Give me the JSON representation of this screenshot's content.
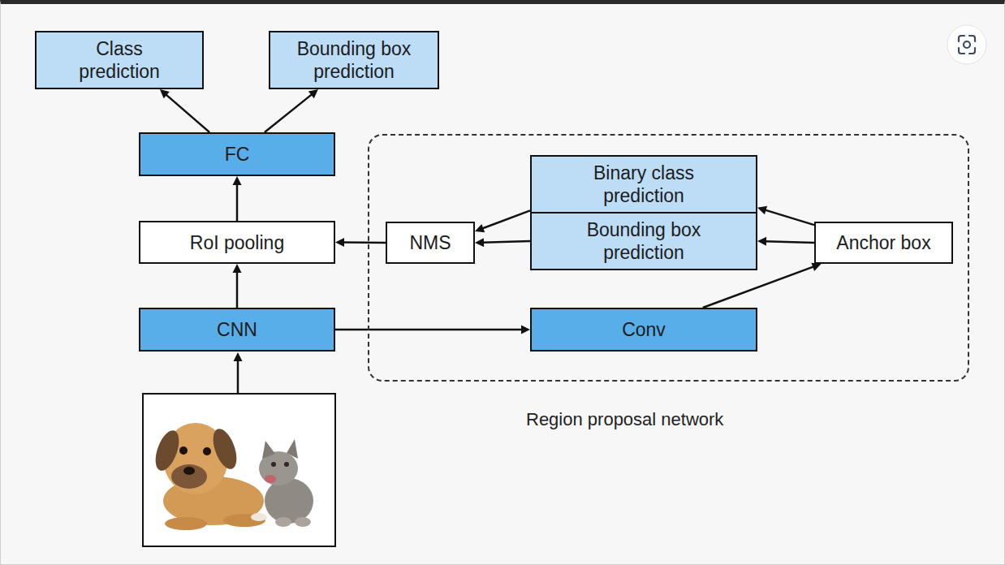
{
  "diagram": {
    "nodes": [
      {
        "text": [
          "Class prediction"
        ]
      },
      {
        "text": [
          "Bounding box prediction"
        ]
      },
      {
        "text": [
          "FC"
        ]
      },
      {
        "text": [
          "Region proposal network"
        ]
      },
      {
        "text": [
          "Binary class prediction"
        ],
        "in": 3
      },
      {
        "text": [
          "Bounding box prediction"
        ],
        "in": 3
      },
      {
        "text": [
          "RoI pooling"
        ]
      },
      {
        "text": [
          "NMS"
        ],
        "in": 3
      },
      {
        "text": [
          "Anchor box"
        ],
        "in": 3
      },
      {
        "text": [
          "CNN"
        ]
      },
      {
        "text": [
          "Conv"
        ],
        "in": 3
      }
    ],
    "edges": [
      {
        "from": 2,
        "to": 0,
        "arrow": "to"
      },
      {
        "from": 2,
        "to": 1,
        "arrow": "to"
      },
      {
        "from": 6,
        "to": 2,
        "arrow": "to"
      },
      {
        "from": 9,
        "to": 6,
        "arrow": "to"
      },
      {
        "from": 9,
        "to": 10,
        "arrow": "to"
      },
      {
        "from": 10,
        "to": 8,
        "arrow": "to"
      },
      {
        "from": 8,
        "to": 4,
        "arrow": "to"
      },
      {
        "from": 8,
        "to": 5,
        "arrow": "to"
      },
      {
        "from": 4,
        "to": 7,
        "arrow": "to"
      },
      {
        "from": 5,
        "to": 7,
        "arrow": "to"
      },
      {
        "from": 7,
        "to": 6,
        "arrow": "to"
      }
    ]
  }
}
